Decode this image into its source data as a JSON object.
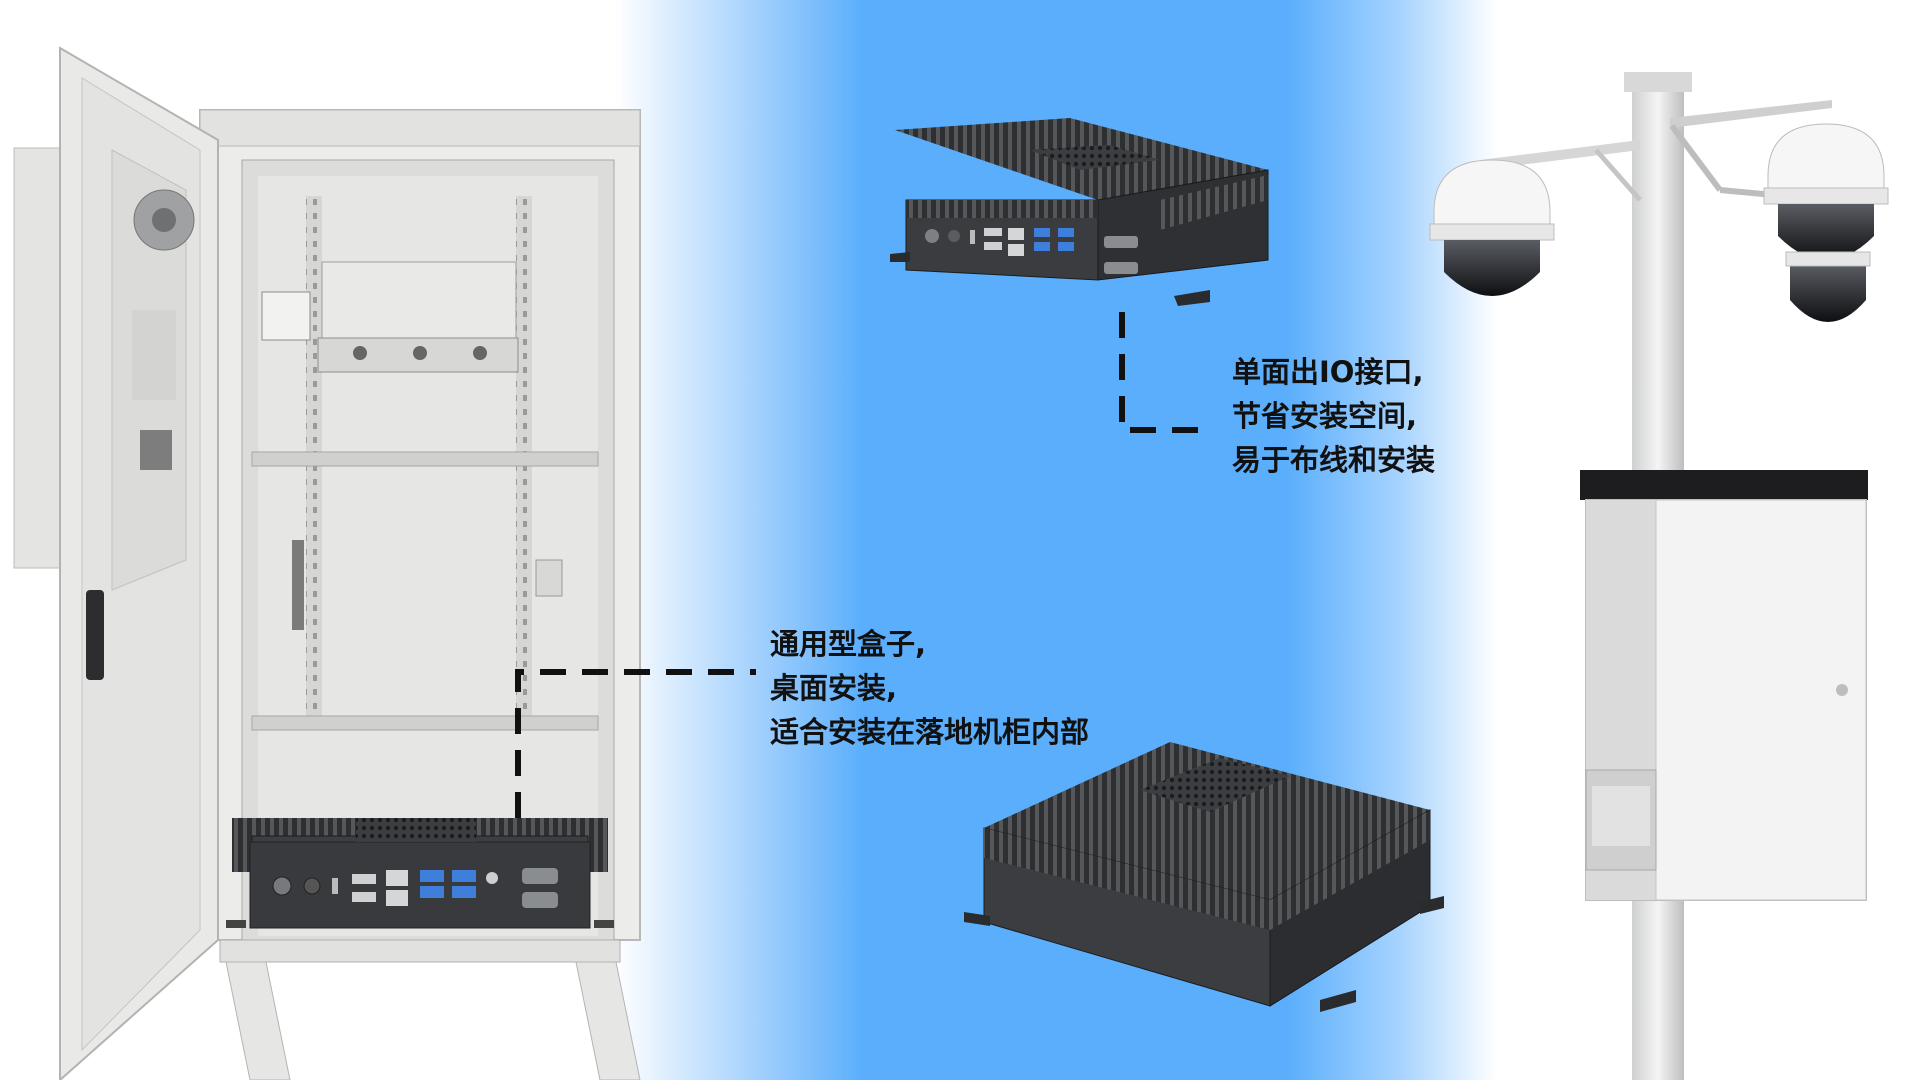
{
  "captions": {
    "top_right": {
      "line1": "单面出IO接口,",
      "line2": "节省安装空间,",
      "line3": "易于布线和安装"
    },
    "middle_left": {
      "line1": "通用型盒子,",
      "line2": "桌面安装,",
      "line3": "适合安装在落地机柜内部"
    }
  },
  "colors": {
    "background_blue": "#5aaefc",
    "background_white": "#ffffff",
    "cabinet": "#e9e9e7",
    "device_metal": "#3a3b3d",
    "dashed_line": "#111111"
  },
  "icons": {
    "cabinet": "floor-cabinet-illustration",
    "device_top": "fanless-box-pc-front-io",
    "device_bottom": "fanless-box-pc",
    "pole": "pole-with-cameras-and-box"
  }
}
